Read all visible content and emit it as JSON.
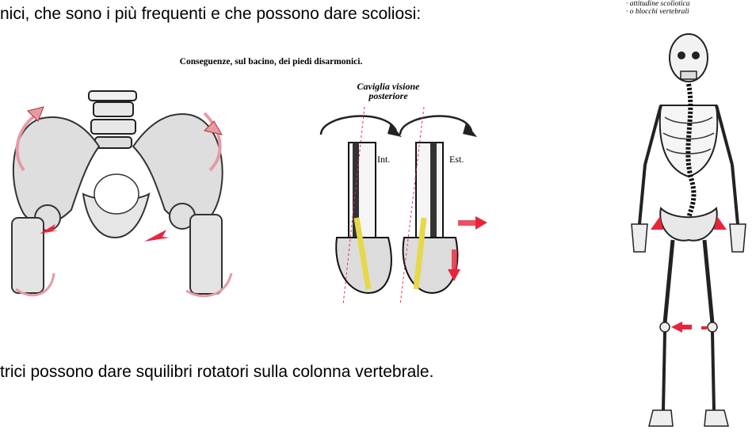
{
  "text": {
    "top_line": "nici, che sono i più frequenti e che possono dare scoliosi:",
    "bottom_line": "trici possono dare squilibri rotatori sulla colonna vertebrale."
  },
  "figure": {
    "title": "Conseguenze,  sul bacino, dei piedi disarmonici.",
    "ankle_title_line1": "Caviglia visione",
    "ankle_title_line2": "posteriore",
    "label_int": "Int.",
    "label_est": "Est."
  },
  "skeleton": {
    "note_1": "· attitudine scoliotica",
    "note_2": "· o blocchi vertebrali"
  },
  "colors": {
    "arrow_red": "#e8243c",
    "arrow_pink": "#e79aa4",
    "bone": "#d8d8d8",
    "guide_line": "#e03050"
  }
}
